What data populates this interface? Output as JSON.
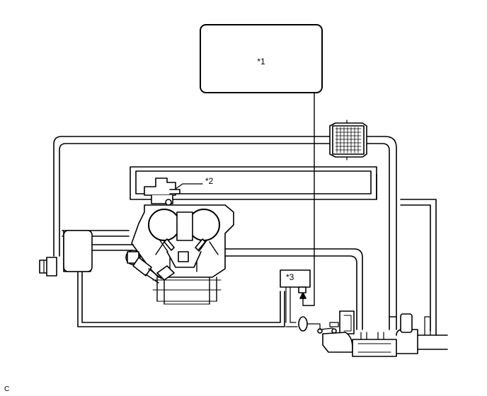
{
  "labels": {
    "callout_1": "*1",
    "callout_2": "*2",
    "callout_3": "*3",
    "figure_code": "C"
  },
  "colors": {
    "line": "#000000",
    "fill": "#ffffff"
  }
}
